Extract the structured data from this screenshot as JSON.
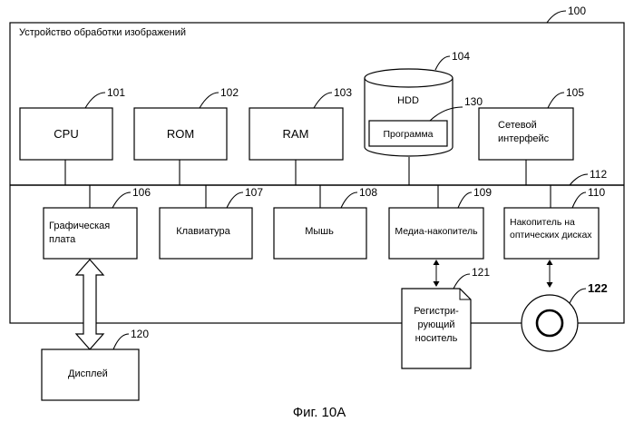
{
  "device": {
    "title": "Устройство обработки изображений",
    "ref": "100"
  },
  "bus": {
    "ref": "112"
  },
  "components": {
    "cpu": {
      "label": "CPU",
      "ref": "101"
    },
    "rom": {
      "label": "ROM",
      "ref": "102"
    },
    "ram": {
      "label": "RAM",
      "ref": "103"
    },
    "hdd": {
      "label": "HDD",
      "ref": "104",
      "program_label": "Программа",
      "program_ref": "130"
    },
    "network": {
      "line1": "Сетевой",
      "line2": "интерфейс",
      "ref": "105"
    },
    "graphics": {
      "line1": "Графическая",
      "line2": "плата",
      "ref": "106"
    },
    "keyboard": {
      "label": "Клавиатура",
      "ref": "107"
    },
    "mouse": {
      "label": "Мышь",
      "ref": "108"
    },
    "media_drive": {
      "label": "Медиа-накопитель",
      "ref": "109"
    },
    "optical_drive": {
      "line1": "Накопитель на",
      "line2": "оптических дисках",
      "ref": "110"
    }
  },
  "external": {
    "display": {
      "label": "Дисплей",
      "ref": "120"
    },
    "recording_medium": {
      "line1": "Регистри-",
      "line2": "рующий",
      "line3": "носитель",
      "ref": "121"
    },
    "optical_disc": {
      "ref": "122"
    }
  },
  "caption": "Фиг. 10A"
}
